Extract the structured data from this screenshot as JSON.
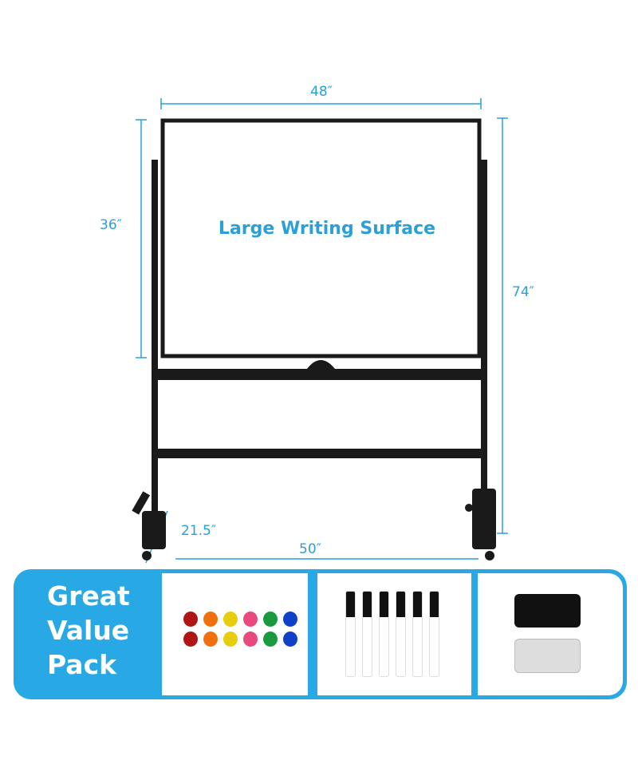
{
  "dimensions": {
    "width": "48″",
    "height": "36″",
    "total_height": "74″",
    "depth": "21.5″",
    "base_width": "50″"
  },
  "board": {
    "headline": "Large Writing Surface"
  },
  "pack": {
    "label_lines": [
      "Great",
      "Value",
      "Pack"
    ],
    "magnet_colors": [
      "#b01515",
      "#f07010",
      "#e8cc10",
      "#e84a80",
      "#1a9a40",
      "#1040c8"
    ],
    "marker_count": 6,
    "accent": "#29a8e6"
  }
}
